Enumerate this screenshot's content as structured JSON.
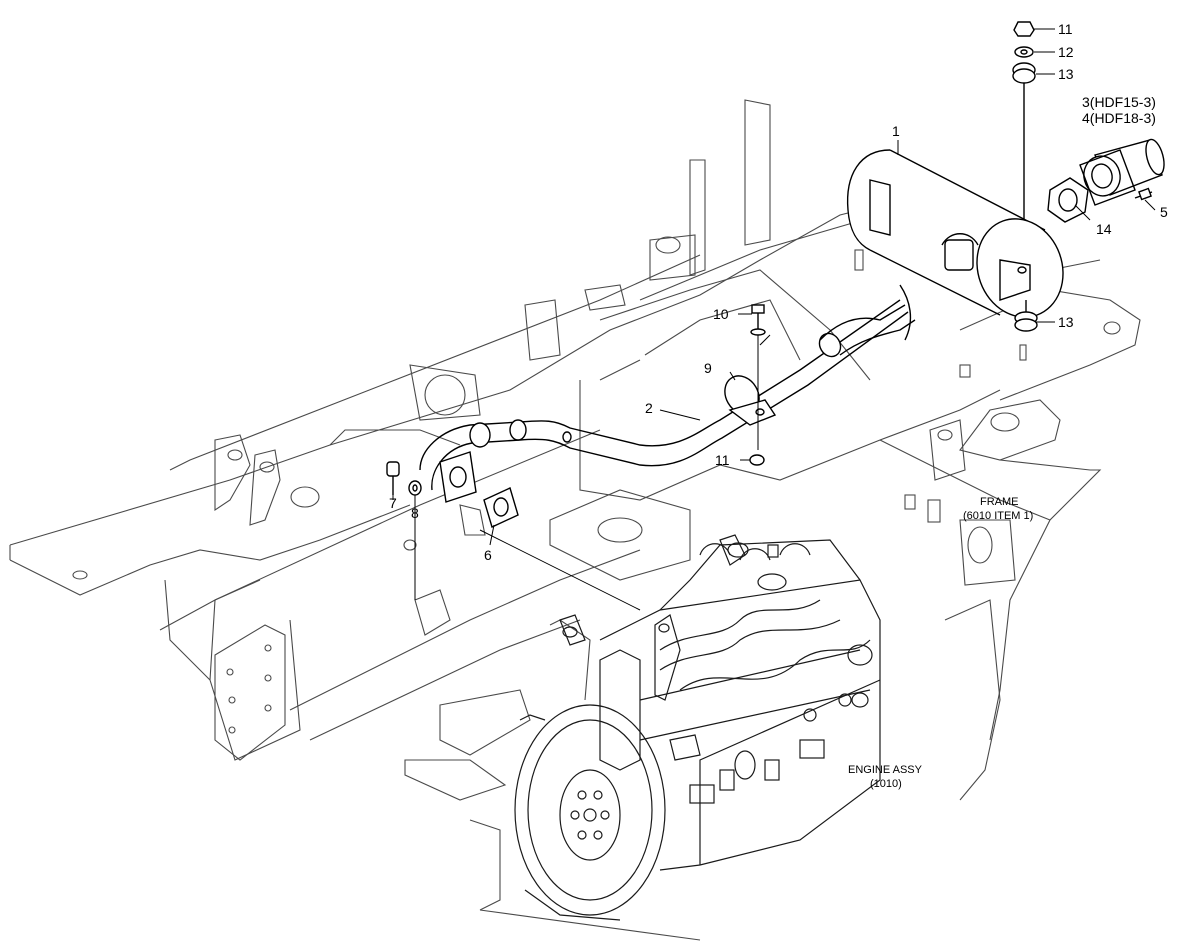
{
  "diagram": {
    "callouts": {
      "c1": "1",
      "c2": "2",
      "c3a": "3(HDF15-3)",
      "c3b": "4(HDF18-3)",
      "c5": "5",
      "c6": "6",
      "c7": "7",
      "c8": "8",
      "c9": "9",
      "c10": "10",
      "c11_top": "11",
      "c11_mid": "11",
      "c12": "12",
      "c13_top": "13",
      "c13_mid": "13",
      "c14": "14"
    },
    "labels": {
      "frame_line1": "FRAME",
      "frame_line2": "(6010 ITEM 1)",
      "engine_line1": "ENGINE ASSY",
      "engine_line2": "(1010)"
    }
  }
}
